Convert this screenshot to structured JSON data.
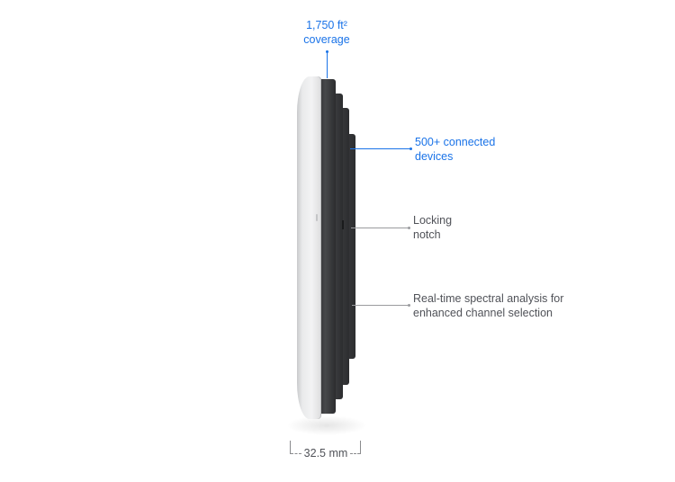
{
  "product": {
    "name": "Access point side profile"
  },
  "callouts": [
    {
      "id": "coverage",
      "lines": [
        "1,750 ft²",
        "coverage"
      ],
      "color": "#1a73e8"
    },
    {
      "id": "devices",
      "lines": [
        "500+ connected",
        "devices"
      ],
      "color": "#1a73e8"
    },
    {
      "id": "locking-notch",
      "lines": [
        "Locking",
        "notch"
      ],
      "color": "#505258"
    },
    {
      "id": "spectral",
      "lines": [
        "Real-time spectral analysis for",
        "enhanced channel selection"
      ],
      "color": "#505258"
    }
  ],
  "dimension": {
    "label": "32.5 mm"
  }
}
